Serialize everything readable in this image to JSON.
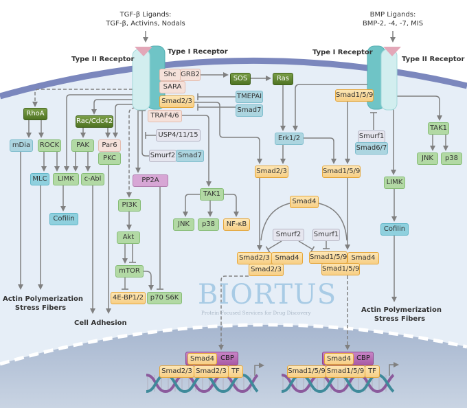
{
  "ligands": {
    "tgf_title": "TGF-β Ligands:",
    "tgf_list": "TGF-β, Activins, Nodals",
    "bmp_title": "BMP Ligands:",
    "bmp_list": "BMP-2, -4, -7, MIS"
  },
  "receptors": {
    "left_type2": "Type II Receptor",
    "left_type1": "Type I Receptor",
    "right_type1": "Type I Receptor",
    "right_type2": "Type II Receptor"
  },
  "nodes": {
    "shc": "Shc",
    "grb2": "GRB2",
    "sara": "SARA",
    "smad23_rec": "Smad2/3",
    "traf": "TRAF4/6",
    "tmepai": "TMEPAI",
    "smad7_a": "Smad7",
    "sos": "SOS",
    "ras": "Ras",
    "usp": "USP4/11/15",
    "smurf2_a": "Smurf2",
    "smad7_b": "Smad7",
    "rhoa": "RhoA",
    "rac": "Rac/Cdc42",
    "mdia": "mDia",
    "rock": "ROCK",
    "pak": "PAK",
    "par6": "Par6",
    "pkc": "PKC",
    "mlc": "MLC",
    "limk_l": "LIMK",
    "cabl": "c-Abl",
    "cofilin_l": "Cofilin",
    "pp2a": "PP2A",
    "pi3k": "PI3K",
    "akt": "Akt",
    "mtor": "mTOR",
    "ebp": "4E-BP1/2",
    "p70": "p70 S6K",
    "tak1_m": "TAK1",
    "jnk_m": "JNK",
    "p38_m": "p38",
    "nfkb": "NF-κB",
    "smad159_rec": "Smad1/5/9",
    "erk": "Erk1/2",
    "smad23_mid": "Smad2/3",
    "smad159_mid": "Smad1/5/9",
    "smurf1_r": "Smurf1",
    "smad67": "Smad6/7",
    "tak1_r": "TAK1",
    "jnk_r": "JNK",
    "p38_r": "p38",
    "limk_r": "LIMK",
    "cofilin_r": "Cofilin",
    "smad4_c": "Smad4",
    "smurf2_c": "Smurf2",
    "smurf1_c": "Smurf1",
    "cx_a1": "Smad2/3",
    "cx_a2": "Smad4",
    "cx_a3": "Smad2/3",
    "cx_b1": "Smad1/5/9",
    "cx_b2": "Smad4",
    "cx_b3": "Smad1/5/9",
    "nu_a_smad4": "Smad4",
    "nu_a_cbp": "CBP",
    "nu_a_s1": "Smad2/3",
    "nu_a_s2": "Smad2/3",
    "nu_a_tf": "TF",
    "nu_b_smad4": "Smad4",
    "nu_b_cbp": "CBP",
    "nu_b_s1": "Smad1/5/9",
    "nu_b_s2": "Smad1/5/9",
    "nu_b_tf": "TF"
  },
  "outcomes": {
    "actin_left_1": "Actin Polymerization",
    "actin_left_2": "Stress Fibers",
    "adhesion": "Cell Adhesion",
    "actin_right_1": "Actin Polymerization",
    "actin_right_2": "Stress Fibers"
  },
  "watermark": {
    "brand": "BIORTUS",
    "tagline": "Protein Focused Services for Drug Discovery"
  },
  "colors": {
    "membrane": "#7b87bd",
    "cytoplasm": "#e6eef7",
    "nucleus": "#bac7da",
    "smad": "#f7cf86",
    "kinase": "#b2d9a4",
    "gtpase": "#5a7f2d",
    "inhibitor": "#acd5e0"
  }
}
